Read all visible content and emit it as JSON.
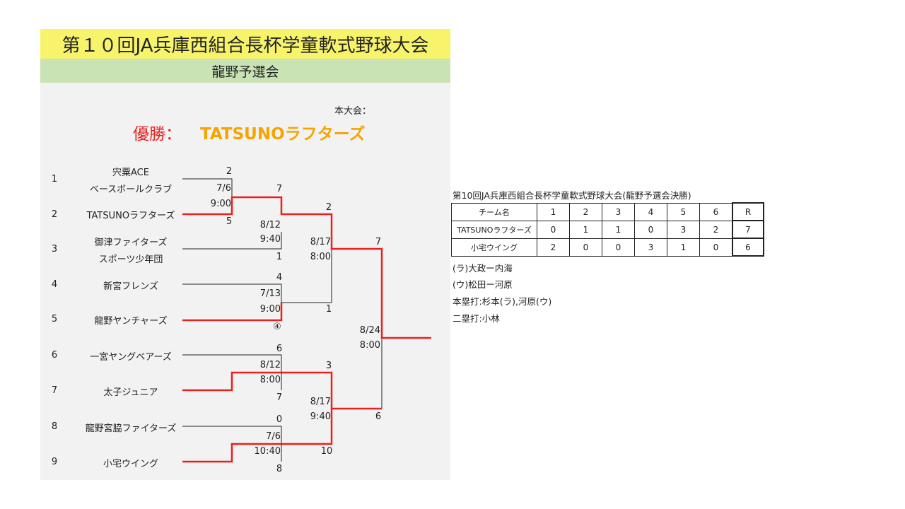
{
  "header": {
    "title": "第１０回JA兵庫西組合長杯学童軟式野球大会",
    "subtitle": "龍野予選会",
    "main_tournament": "本大会：",
    "winner_label": "優勝：",
    "winner_team": "TATSUNOラフターズ"
  },
  "colors": {
    "title_bg": "#f7f36b",
    "subtitle_bg": "#c9e3b5",
    "winner_line": "#e8201f",
    "winner_name": "#f5a400"
  },
  "bracket": {
    "slots": [
      {
        "no": "1",
        "teams": [
          "宍粟ACE",
          "ベースボールクラブ"
        ]
      },
      {
        "no": "2",
        "teams": [
          "TATSUNOラフターズ"
        ]
      },
      {
        "no": "3",
        "teams": [
          "御津ファイターズ",
          "スポーツ少年団"
        ]
      },
      {
        "no": "4",
        "teams": [
          "新宮フレンズ"
        ]
      },
      {
        "no": "5",
        "teams": [
          "龍野ヤンチャーズ"
        ]
      },
      {
        "no": "6",
        "teams": [
          "一宮ヤングベアーズ"
        ]
      },
      {
        "no": "7",
        "teams": [
          "太子ジュニア"
        ]
      },
      {
        "no": "8",
        "teams": [
          "龍野宮脇ファイターズ"
        ]
      },
      {
        "no": "9",
        "teams": [
          "小宅ウイング"
        ]
      }
    ],
    "games": [
      {
        "date": "7/6",
        "time": "9:00",
        "score_top": "2",
        "score_bottom": "5"
      },
      {
        "date": "8/12",
        "time": "9:40",
        "score_top": "7",
        "score_bottom": "1"
      },
      {
        "date": "7/13",
        "time": "9:00",
        "score_top": "4",
        "score_bottom": "④"
      },
      {
        "date": "8/12",
        "time": "8:00",
        "score_top": "6",
        "score_bottom": "7"
      },
      {
        "date": "7/6",
        "time": "10:40",
        "score_top": "0",
        "score_bottom": "8"
      },
      {
        "date": "8/17",
        "time": "8:00",
        "score_top": "2",
        "score_bottom": "1"
      },
      {
        "date": "8/17",
        "time": "9:40",
        "score_top": "3",
        "score_bottom": "10"
      },
      {
        "date": "8/24",
        "time": "8:00",
        "score_top": "7",
        "score_bottom": "6"
      }
    ]
  },
  "final_table": {
    "title": "第10回JA兵庫西組合長杯学童軟式野球大会(龍野予選会決勝)",
    "headers": [
      "チーム名",
      "1",
      "2",
      "3",
      "4",
      "5",
      "6",
      "R"
    ],
    "rows": [
      [
        "TATSUNOラフターズ",
        "0",
        "1",
        "1",
        "0",
        "3",
        "2",
        "7"
      ],
      [
        "小宅ウイング",
        "2",
        "0",
        "0",
        "3",
        "1",
        "0",
        "6"
      ]
    ]
  },
  "notes": [
    "(ラ)大政ー内海",
    "(ウ)松田ー河原",
    "本塁打:杉本(ラ),河原(ウ)",
    "二塁打:小林"
  ]
}
